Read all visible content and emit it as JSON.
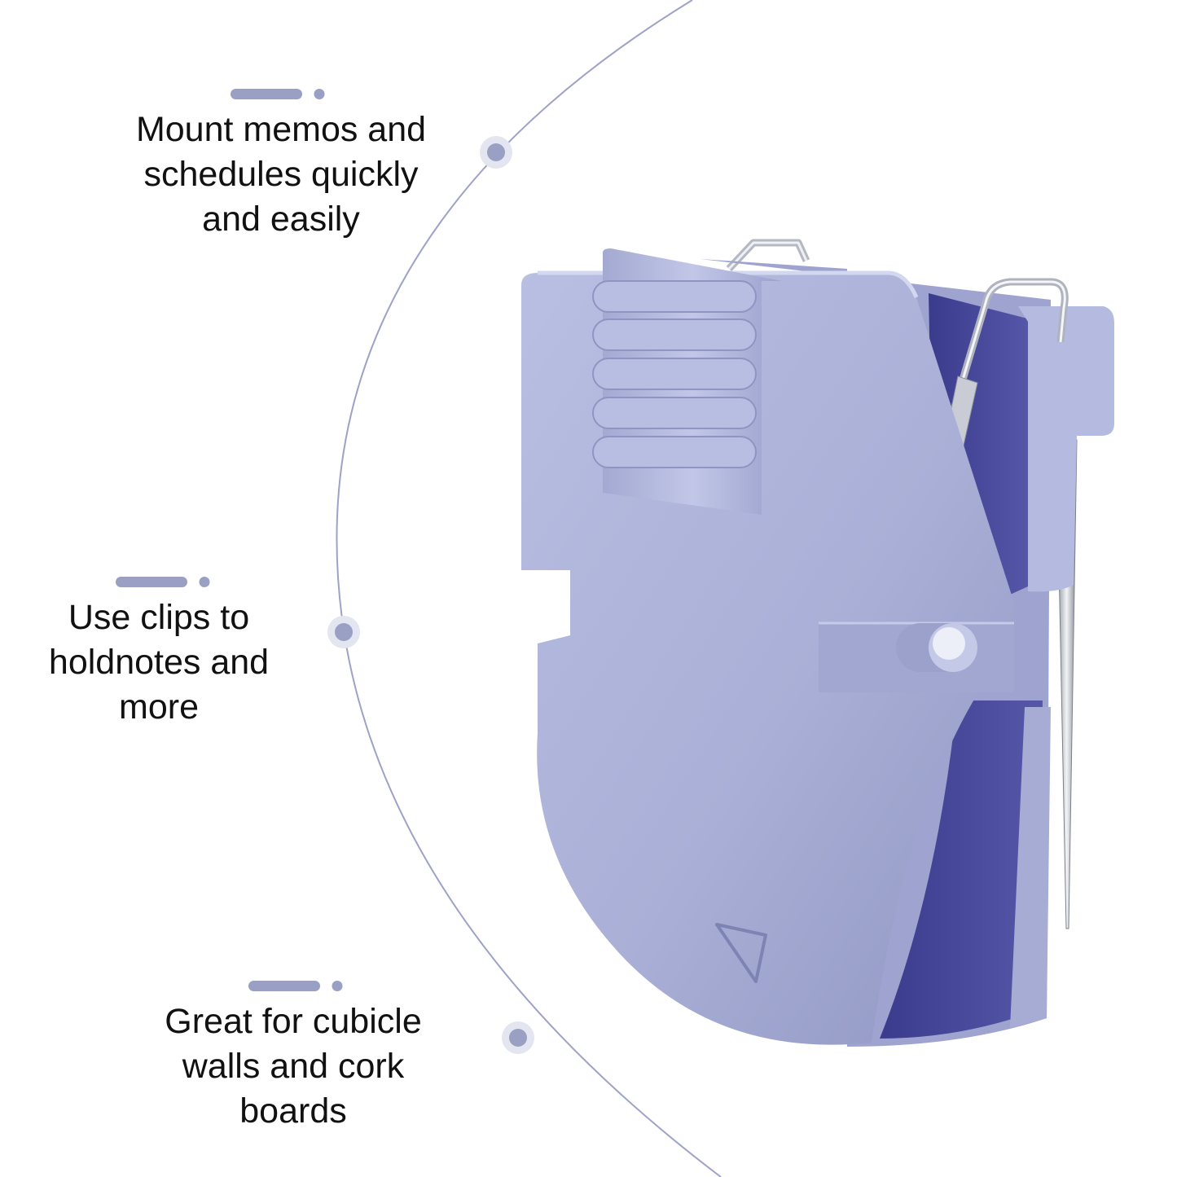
{
  "features": [
    {
      "text": "Mount memos and\nschedules quickly\nand easily"
    },
    {
      "text": "Use clips to\nholdnotes and\nmore"
    },
    {
      "text": "Great for cubicle\nwalls and cork\nboards"
    }
  ],
  "colors": {
    "accent": "#9a9fc4",
    "arc_line": "#9ea2c6",
    "clip_body": "#aab0d6",
    "clip_shadow": "#3e3f92",
    "metal": "#c8ccd4",
    "text": "#111111"
  },
  "illustration": "desk-memo-clip-with-push-pin"
}
